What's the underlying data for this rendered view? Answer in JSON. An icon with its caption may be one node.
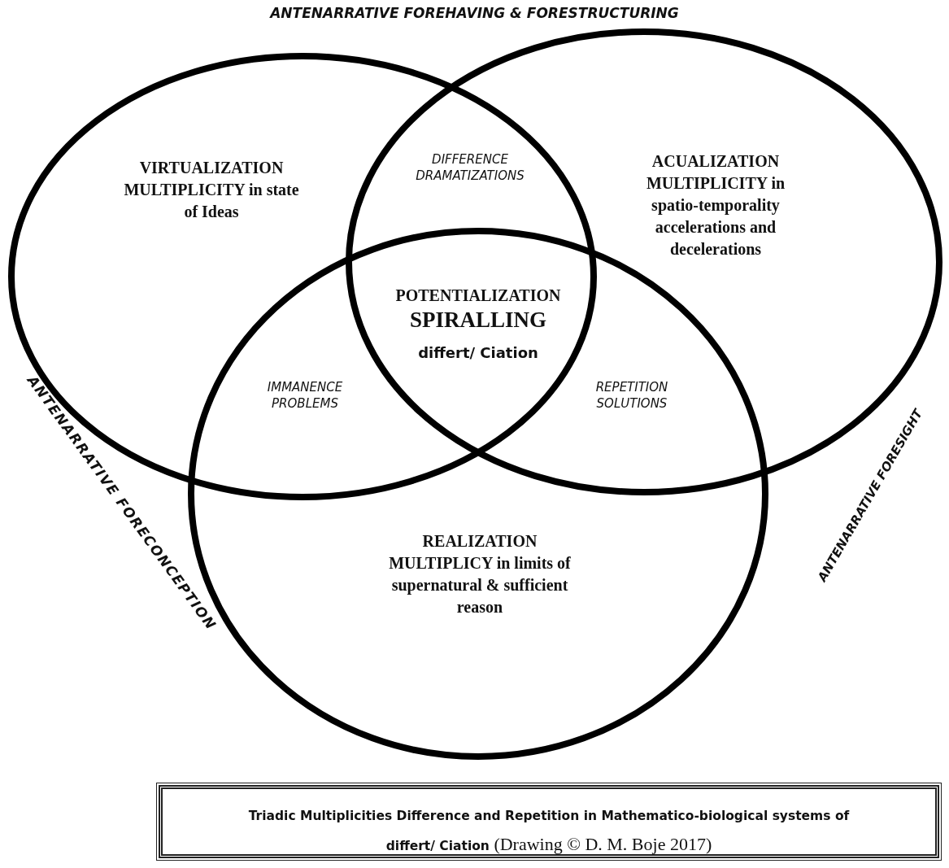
{
  "diagram": {
    "title": "ANTENARRATIVE FOREHAVING & FORESTRUCTURING",
    "nodes": [
      {
        "text": [
          "VIRTUALIZATION MULTIPLICITY in state of Ideas"
        ]
      },
      {
        "text": [
          "ACUALIZATION MULTIPLICITY in spatio-temporality accelerations and decelerations"
        ]
      },
      {
        "text": [
          "REALIZATION MULTIPLICY in limits of supernatural & sufficient reason"
        ]
      }
    ],
    "labels": [
      "DIFFERENCE DRAMATIZATIONS",
      "POTENTIALIZATION",
      "SPIRALLING",
      "differt/ Ciation",
      "IMMANENCE PROBLEMS",
      "REPETITION SOLUTIONS",
      "ANTENARRATIVE FORECONCEPTION",
      "ANTENARRATIVE FORESIGHT"
    ],
    "caption": "**Triadic Multiplicities Difference and Repetition in Mathematico-biological systems of differt/ Ciation** (Drawing © D. M. Boje 2017)"
  }
}
